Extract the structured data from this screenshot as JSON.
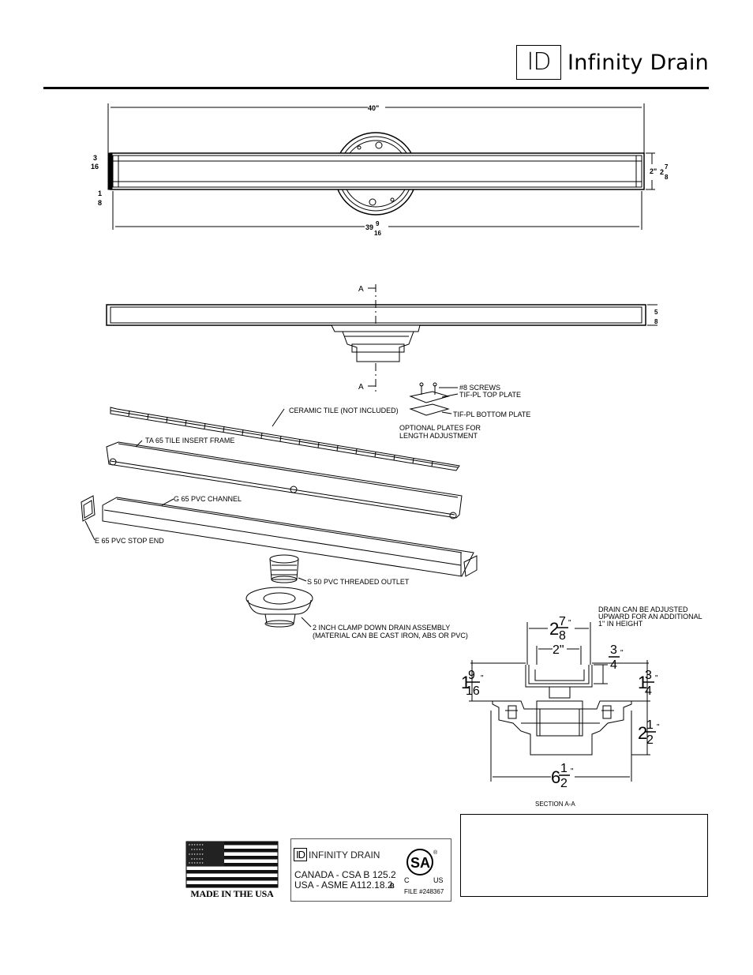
{
  "header": {
    "logo_mark": "ID",
    "brand_name": "Infinity Drain"
  },
  "top_view": {
    "overall_length": "40\"",
    "channel_length_whole": "39",
    "channel_length_num": "9",
    "channel_length_den": "16",
    "left_top_num": "3",
    "left_top_den": "16",
    "left_bottom_num": "1",
    "left_bottom_den": "8",
    "right_inner": "2\"",
    "right_outer_whole": "2",
    "right_outer_num": "7",
    "right_outer_den": "8"
  },
  "side_view": {
    "section_marker_top": "A",
    "section_marker_bottom": "A",
    "height_num": "5",
    "height_den": "8"
  },
  "exploded_labels": {
    "screws": "#8 SCREWS",
    "top_plate": "TIF-PL TOP PLATE",
    "bottom_plate": "TIF-PL BOTTOM PLATE",
    "optional_plates_1": "OPTIONAL PLATES FOR",
    "optional_plates_2": "LENGTH ADJUSTMENT",
    "ceramic_tile": "CERAMIC TILE (NOT INCLUDED)",
    "tile_frame": "TA 65 TILE INSERT FRAME",
    "pvc_channel": "G 65 PVC CHANNEL",
    "stop_end": "E 65 PVC STOP END",
    "threaded_outlet": "S 50 PVC THREADED OUTLET",
    "drain_assembly_1": "2 INCH CLAMP DOWN DRAIN ASSEMBLY",
    "drain_assembly_2": "(MATERIAL CAN BE CAST IRON, ABS OR PVC)"
  },
  "section": {
    "note_1": "DRAIN CAN BE ADJUSTED",
    "note_2": "UPWARD FOR AN ADDITIONAL",
    "note_3": "1\" IN HEIGHT",
    "top_width_whole": "2",
    "top_width_num": "7",
    "top_width_den": "8",
    "inner_width": "2\"",
    "lip_num": "3",
    "lip_den": "4",
    "left_whole": "1",
    "left_num": "9",
    "left_den": "16",
    "right_whole": "1",
    "right_num": "3",
    "right_den": "4",
    "lower_whole": "2",
    "lower_num": "1",
    "lower_den": "2",
    "base_whole": "6",
    "base_num": "1",
    "base_den": "2",
    "caption": "SECTION A-A"
  },
  "footer": {
    "made_in": "MADE IN THE USA",
    "cert_logo_mark": "ID",
    "cert_brand": "INFINITY DRAIN",
    "cert_canada": "CANADA - CSA B 125.2",
    "cert_usa": "USA - ASME A112.18.2",
    "cert_b": "B",
    "csa_mark": "SA",
    "csa_c": "C",
    "csa_us": "US",
    "csa_file": "FILE #248367"
  }
}
